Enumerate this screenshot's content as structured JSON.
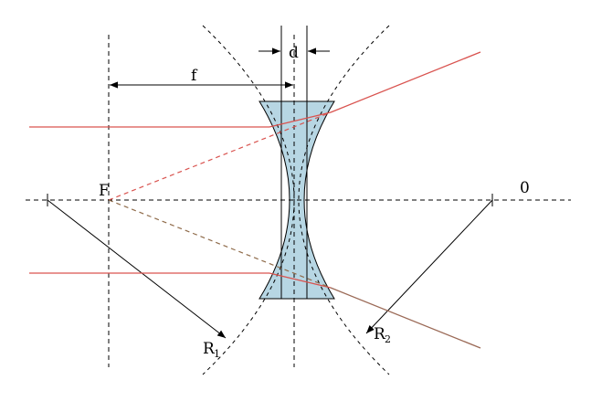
{
  "labels": {
    "focus": "F",
    "focal_length": "f",
    "thickness": "d",
    "axis": "0",
    "radius1": "R",
    "radius1_sub": "1",
    "radius2": "R",
    "radius2_sub": "2"
  },
  "colors": {
    "lens_fill": "#b7d6e3",
    "ray_red": "#d9534f",
    "ray_brown": "#9b6a57",
    "ray_dashed_brown": "#8f6b4a",
    "line": "#000000"
  }
}
